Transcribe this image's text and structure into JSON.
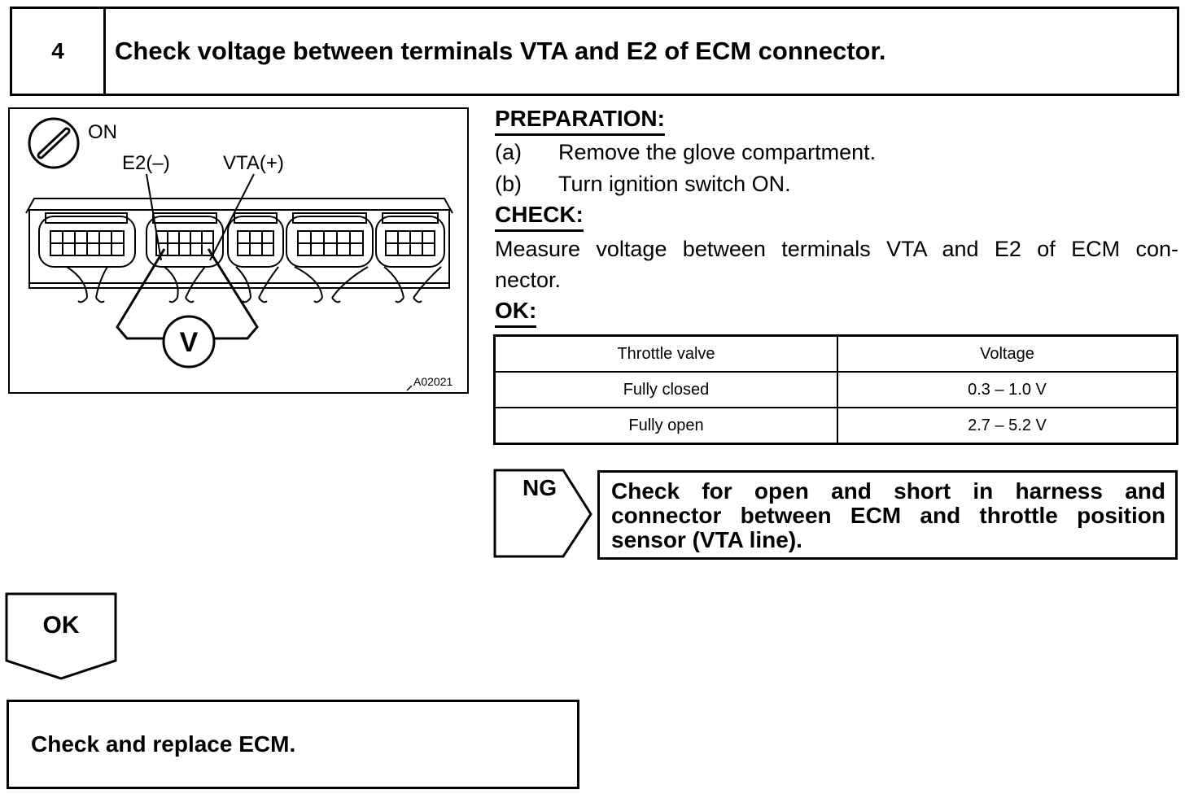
{
  "step": {
    "number": "4",
    "title": "Check voltage between terminals VTA and E2 of ECM connector."
  },
  "figure": {
    "ignition_label": "ON",
    "neg_terminal_label": "E2(–)",
    "pos_terminal_label": "VTA(+)",
    "meter_label": "V",
    "figure_code": "A02021"
  },
  "preparation": {
    "heading": "PREPARATION:",
    "steps": [
      {
        "label": "(a)",
        "text": "Remove the glove compartment."
      },
      {
        "label": "(b)",
        "text": "Turn ignition switch ON."
      }
    ]
  },
  "check": {
    "heading": "CHECK:",
    "text_line1": "Measure voltage between terminals VTA and E2 of ECM con-",
    "text_line2": "nector."
  },
  "ok_spec": {
    "heading": "OK:",
    "columns": [
      "Throttle valve",
      "Voltage"
    ],
    "rows": [
      [
        "Fully closed",
        "0.3 – 1.0 V"
      ],
      [
        "Fully open",
        "2.7 – 5.2 V"
      ]
    ]
  },
  "ng_branch": {
    "label": "NG",
    "action": "Check for open and short in harness and connector between ECM and throttle position sensor (VTA line)."
  },
  "ok_branch": {
    "label": "OK",
    "action": "Check and replace ECM."
  }
}
